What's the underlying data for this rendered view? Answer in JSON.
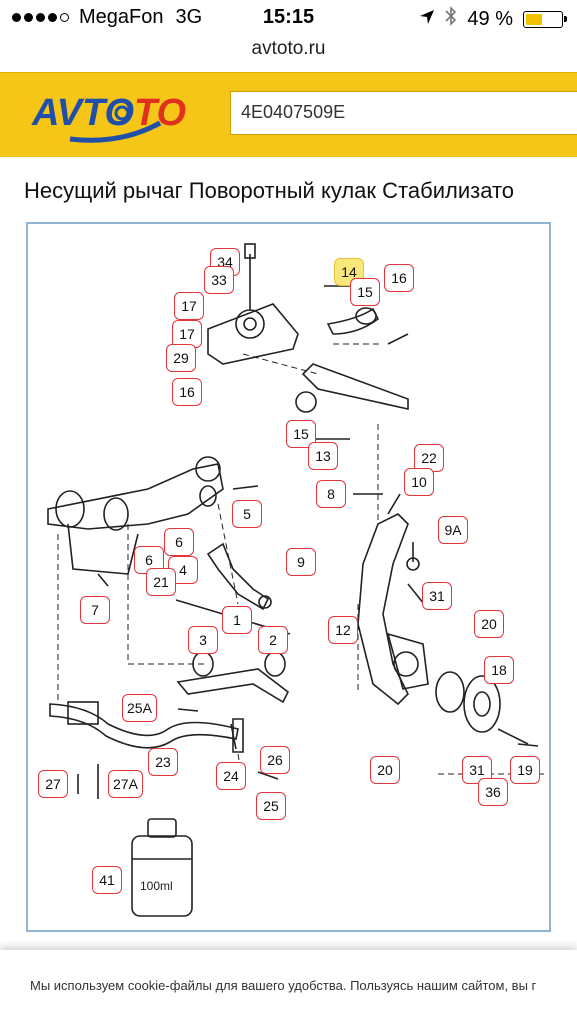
{
  "status": {
    "carrier": "MegaFon",
    "network": "3G",
    "time": "15:15",
    "battery_percent": "49 %",
    "battery_level": 0.49,
    "signal_bars": 4
  },
  "browser": {
    "url": "avtoto.ru"
  },
  "site": {
    "logo_text": "AVTOTO",
    "search_value": "4E0407509E",
    "colors": {
      "header_bg": "#f5c518",
      "logo_blue": "#1f4fa8",
      "logo_red": "#e0301e",
      "callout_border": "#e8333a",
      "highlight": "#f8e87a"
    }
  },
  "page": {
    "title": "Несущий рычаг Поворотный кулак Стабилизато"
  },
  "diagram": {
    "callouts": [
      "34",
      "33",
      "14",
      "15",
      "16",
      "17",
      "17",
      "29",
      "16",
      "15",
      "13",
      "22",
      "10",
      "8",
      "9A",
      "5",
      "6",
      "6",
      "4",
      "21",
      "7",
      "9",
      "31",
      "20",
      "12",
      "1",
      "3",
      "2",
      "18",
      "25A",
      "26",
      "23",
      "24",
      "25",
      "27",
      "27A",
      "31",
      "19",
      "20",
      "36",
      "41"
    ],
    "bottle_label": "100ml"
  },
  "cookie": {
    "text": "Мы используем cookie-файлы для вашего удобства. Пользуясь нашим сайтом, вы г"
  }
}
